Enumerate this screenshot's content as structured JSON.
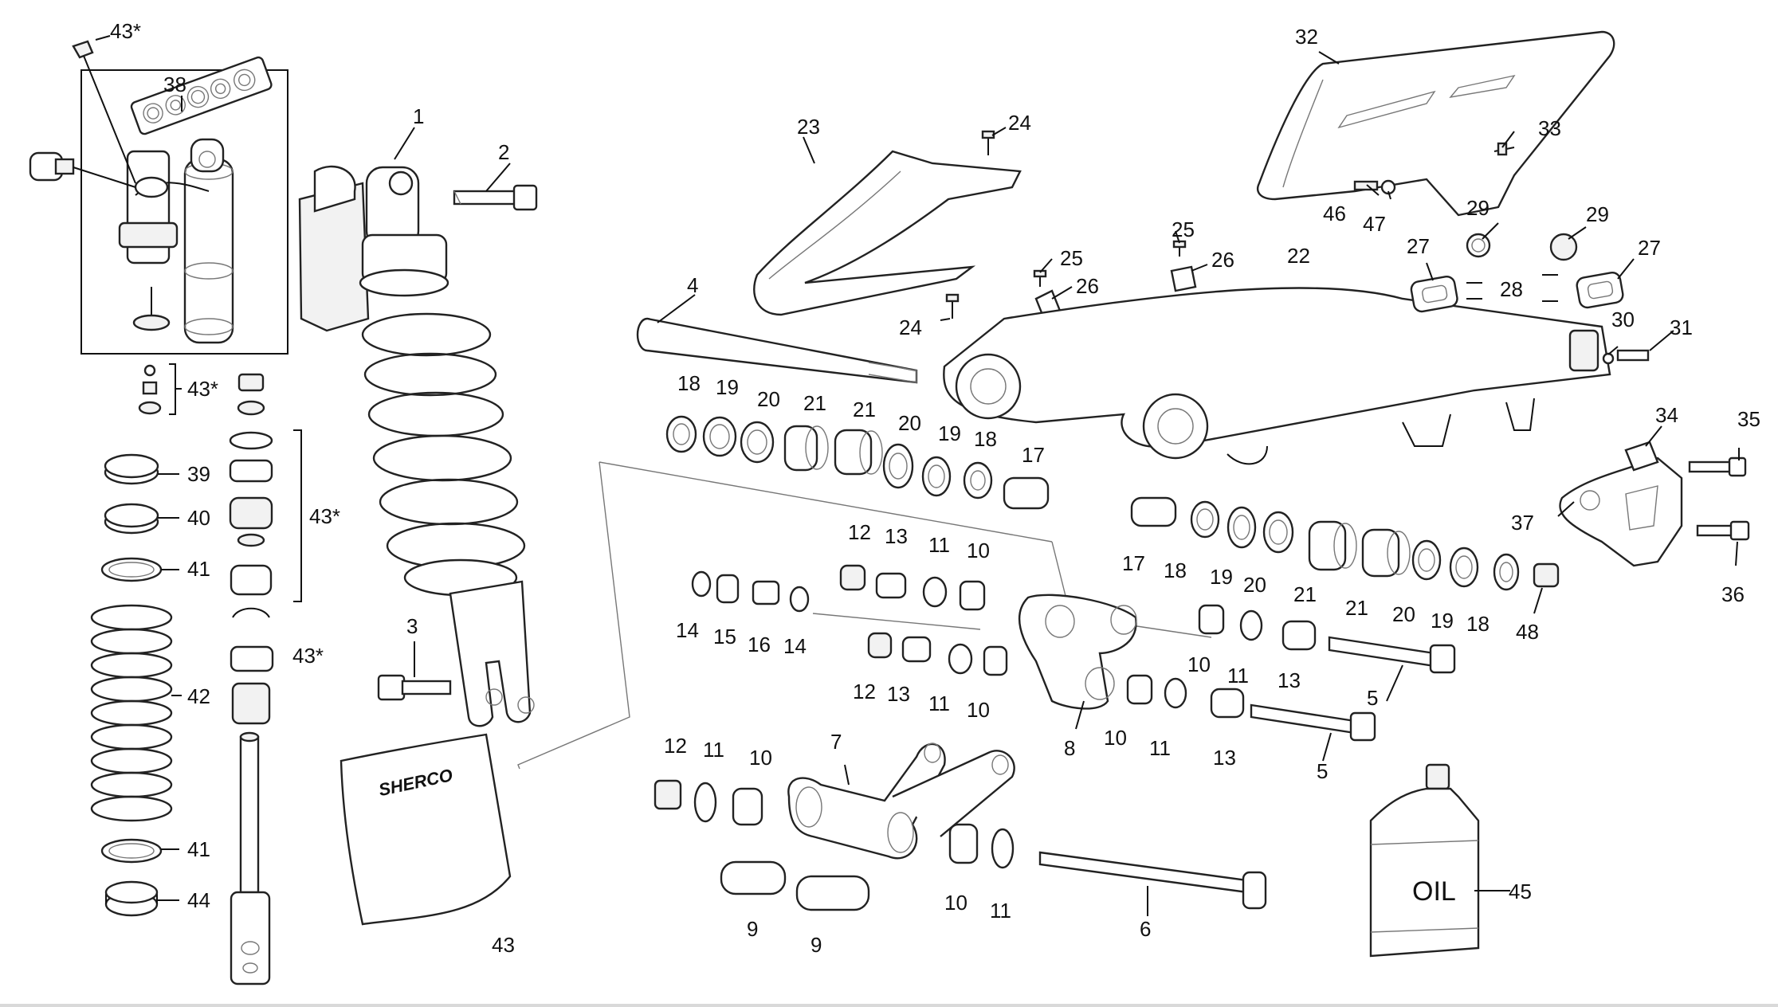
{
  "labels": {
    "l1": "1",
    "l2": "2",
    "l3": "3",
    "l4": "4",
    "l5a": "5",
    "l5b": "5",
    "l6": "6",
    "l7": "7",
    "l8": "8",
    "l9a": "9",
    "l9b": "9",
    "l10a": "10",
    "l10b": "10",
    "l10c": "10",
    "l10d": "10",
    "l10e": "10",
    "l10f": "10",
    "l11a": "11",
    "l11b": "11",
    "l11c": "11",
    "l11d": "11",
    "l11e": "11",
    "l11f": "11",
    "l12a": "12",
    "l12b": "12",
    "l12c": "12",
    "l13a": "13",
    "l13b": "13",
    "l13c": "13",
    "l13d": "13",
    "l14a": "14",
    "l14b": "14",
    "l15": "15",
    "l16": "16",
    "l17a": "17",
    "l17b": "17",
    "l18a": "18",
    "l18b": "18",
    "l18c": "18",
    "l18d": "18",
    "l19a": "19",
    "l19b": "19",
    "l19c": "19",
    "l19d": "19",
    "l20a": "20",
    "l20b": "20",
    "l20c": "20",
    "l20d": "20",
    "l21a": "21",
    "l21b": "21",
    "l21c": "21",
    "l21d": "21",
    "l22": "22",
    "l23": "23",
    "l24a": "24",
    "l24b": "24",
    "l25a": "25",
    "l25b": "25",
    "l26a": "26",
    "l26b": "26",
    "l27a": "27",
    "l27b": "27",
    "l28": "28",
    "l29a": "29",
    "l29b": "29",
    "l30": "30",
    "l31": "31",
    "l32": "32",
    "l33": "33",
    "l34": "34",
    "l35": "35",
    "l36": "36",
    "l37": "37",
    "l38": "38",
    "l39": "39",
    "l40": "40",
    "l41a": "41",
    "l41b": "41",
    "l42": "42",
    "l43": "43",
    "l43s1": "43*",
    "l43s2": "43*",
    "l43s3": "43*",
    "l43s4": "43*",
    "l44": "44",
    "l45": "45",
    "l46": "46",
    "l47": "47",
    "l48": "48"
  },
  "oil_label": "OIL",
  "bag_logo": "SHERCO"
}
